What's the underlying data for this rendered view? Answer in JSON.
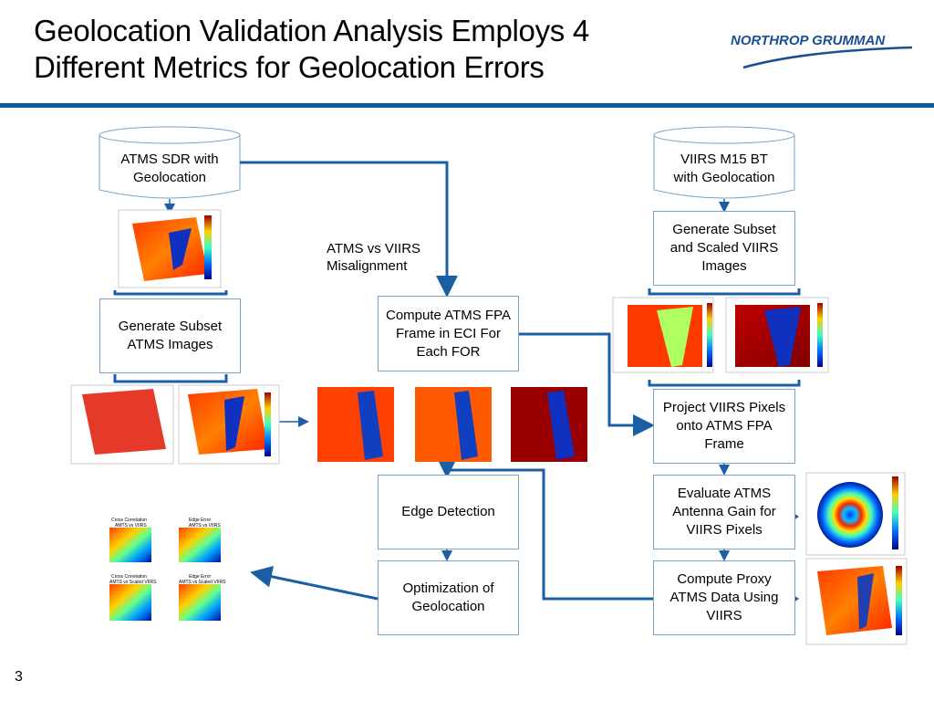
{
  "title": {
    "line1": "Geolocation Validation Analysis Employs 4",
    "line2": "Different Metrics for Geolocation Errors"
  },
  "logo": {
    "text": "NORTHROP GRUMMAN"
  },
  "page_number": "3",
  "nodes": {
    "atms_sdr": {
      "line1": "ATMS SDR with",
      "line2": "Geolocation"
    },
    "viirs_bt": {
      "line1": "VIIRS M15 BT",
      "line2": "with Geolocation"
    },
    "gen_subset_viirs": "Generate Subset and Scaled VIIRS Images",
    "gen_subset_atms": "Generate Subset ATMS Images",
    "compute_fpa": "Compute ATMS FPA Frame in ECI For Each FOR",
    "project_viirs": "Project VIIRS Pixels onto ATMS FPA Frame",
    "edge_detection": "Edge Detection",
    "evaluate_gain": "Evaluate ATMS Antenna Gain for VIIRS Pixels",
    "optimization": "Optimization of Geolocation",
    "compute_proxy": "Compute Proxy ATMS Data Using VIIRS"
  },
  "annotation": {
    "line1": "ATMS vs VIIRS",
    "line2": "Misalignment"
  },
  "colors": {
    "arrow": "#1a5fa5",
    "rule": "#0f5a9c",
    "box_border": "#7aa2c8",
    "logo": "#1a4f96"
  },
  "thumbnail_labels": {
    "cc1": "Cross Correlation",
    "cc1_sub": "AMTS vs VIIRS",
    "ee1": "Edge Error",
    "ee1_sub": "AMTS vs VIIRS",
    "cc2": "Cross Correlation",
    "cc2_sub": "AMTS vs Scaled VIIRS",
    "ee2": "Edge Error",
    "ee2_sub": "AMTS vs Scaled VIIRS"
  }
}
